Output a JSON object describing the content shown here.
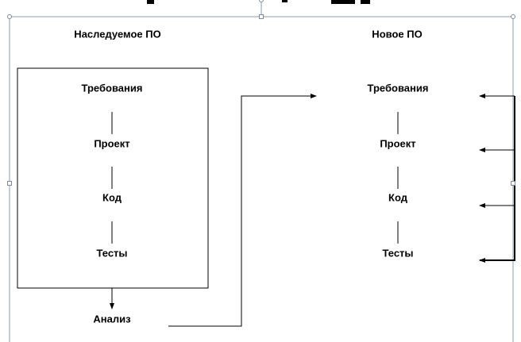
{
  "legacy": {
    "heading": "Наследуемое ПО",
    "stages": [
      "Требования",
      "Проект",
      "Код",
      "Тесты"
    ],
    "analysis": "Анализ"
  },
  "new_system": {
    "heading": "Новое ПО",
    "stages": [
      "Требования",
      "Проект",
      "Код",
      "Тесты"
    ]
  },
  "colors": {
    "line": "#000000",
    "selection": "#8a9bb0",
    "handle": "#7a8aa0"
  }
}
